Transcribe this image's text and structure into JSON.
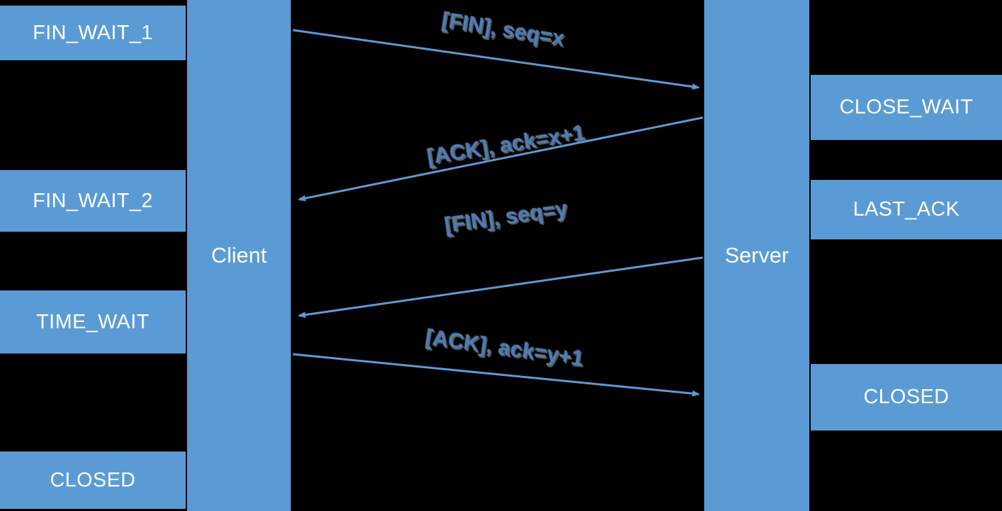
{
  "colors": {
    "background": "#000000",
    "box_fill": "#5b9bd5",
    "box_text": "#ffffff",
    "arrow": "#5b9bd5",
    "message_text": "#4a7ebb"
  },
  "client": {
    "label": "Client",
    "states": [
      {
        "label": "FIN_WAIT_1"
      },
      {
        "label": "FIN_WAIT_2"
      },
      {
        "label": "TIME_WAIT"
      },
      {
        "label": "CLOSED"
      }
    ]
  },
  "server": {
    "label": "Server",
    "states": [
      {
        "label": "CLOSE_WAIT"
      },
      {
        "label": "LAST_ACK"
      },
      {
        "label": "CLOSED"
      }
    ]
  },
  "messages": [
    {
      "label": "[FIN], seq=x",
      "from": "client",
      "to": "server"
    },
    {
      "label": "[ACK], ack=x+1",
      "from": "server",
      "to": "client"
    },
    {
      "label": "[FIN], seq=y",
      "from": "server",
      "to": "client"
    },
    {
      "label": "[ACK], ack=y+1",
      "from": "client",
      "to": "server"
    }
  ]
}
